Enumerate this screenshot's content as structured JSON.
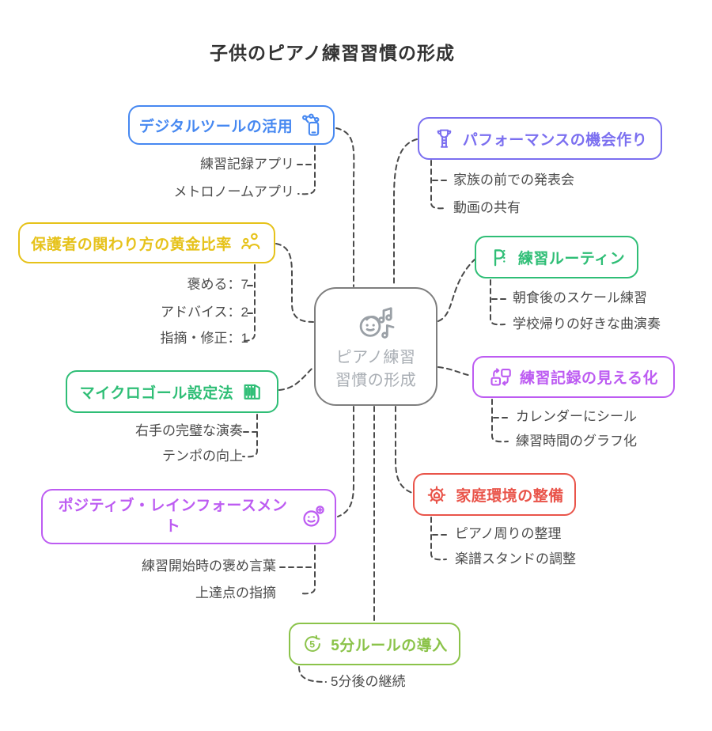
{
  "title": "子供のピアノ練習習慣の形成",
  "background": "#ffffff",
  "connector_color": "#4a4a4a",
  "center": {
    "label_line1": "ピアノ練習",
    "label_line2": "習慣の形成",
    "icon": "child-music-icon",
    "color": "#7e7e7e",
    "text_color": "#a9aeb4"
  },
  "branches": [
    {
      "id": "digital",
      "label": "デジタルツールの活用",
      "color": "#4688f1",
      "icon": "smartphone-network-icon",
      "children": [
        "練習記録アプリ",
        "メトロノームアプリ"
      ]
    },
    {
      "id": "performance",
      "label": "パフォーマンスの機会作り",
      "color": "#7b6ff0",
      "icon": "trophy-icon",
      "children": [
        "家族の前での発表会",
        "動画の共有"
      ]
    },
    {
      "id": "parents-ratio",
      "label": "保護者の関わり方の黄金比率",
      "color": "#e6c21a",
      "icon": "parents-icon",
      "children": [
        "褒める：7",
        "アドバイス：2",
        "指摘・修正：1"
      ]
    },
    {
      "id": "routine",
      "label": "練習ルーティン",
      "color": "#2fbe76",
      "icon": "routine-p-icon",
      "children": [
        "朝食後のスケール練習",
        "学校帰りの好きな曲演奏"
      ]
    },
    {
      "id": "micro-goal",
      "label": "マイクロゴール設定法",
      "color": "#2fbe76",
      "icon": "score-bars-icon",
      "children": [
        "右手の完璧な演奏",
        "テンポの向上"
      ]
    },
    {
      "id": "visualization",
      "label": "練習記録の見える化",
      "color": "#bd5cf2",
      "icon": "sync-screens-icon",
      "children": [
        "カレンダーにシール",
        "練習時間のグラフ化"
      ]
    },
    {
      "id": "positive",
      "label": "ポジティブ・レインフォースメント",
      "color": "#bd5cf2",
      "icon": "smiley-plus-icon",
      "children": [
        "練習開始時の褒め言葉",
        "上達点の指摘"
      ]
    },
    {
      "id": "environment",
      "label": "家庭環境の整備",
      "color": "#e9544a",
      "icon": "gear-home-icon",
      "children": [
        "ピアノ周りの整理",
        "楽譜スタンドの調整"
      ]
    },
    {
      "id": "five-min-rule",
      "label": "5分ルールの導入",
      "color": "#8bc34a",
      "icon": "timer-5-icon",
      "children": [
        "5分後の継続"
      ]
    }
  ]
}
